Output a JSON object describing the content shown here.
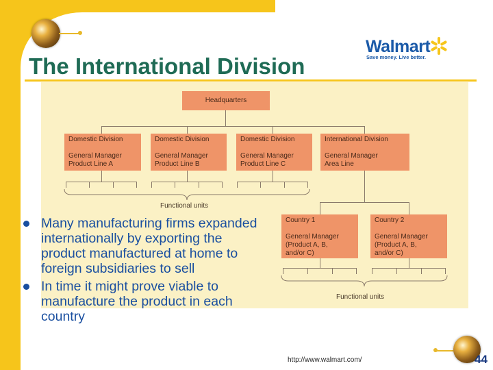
{
  "slide": {
    "title": "The International Division",
    "url": "http://www.walmart.com/",
    "page_number": "44"
  },
  "logo": {
    "wordmark": "Walmart",
    "tagline": "Save money. Live better.",
    "spark_color": "#f6c51b",
    "brand_color": "#1b5aa8"
  },
  "org_chart": {
    "headquarters": "Headquarters",
    "divisions": [
      {
        "title": "Domestic Division",
        "line1": "General Manager",
        "line2": "Product Line A"
      },
      {
        "title": "Domestic Division",
        "line1": "General Manager",
        "line2": "Product Line B"
      },
      {
        "title": "Domestic Division",
        "line1": "General Manager",
        "line2": "Product Line C"
      },
      {
        "title": "International Division",
        "line1": "General Manager",
        "line2": "Area Line"
      }
    ],
    "functional_units_label": "Functional units",
    "countries": [
      {
        "title": "Country 1",
        "line1": "General Manager",
        "line2": "(Product A, B,",
        "line3": "and/or C)"
      },
      {
        "title": "Country 2",
        "line1": "General Manager",
        "line2": "(Product A, B,",
        "line3": "and/or C)"
      }
    ],
    "functional_units_label_2": "Functional units",
    "box_color": "#ef9468",
    "panel_color": "#fbf1c5"
  },
  "bullets": [
    "Many manufacturing firms expanded internationally by exporting the product manufactured at home to foreign subsidiaries to sell",
    "In time it might prove viable to manufacture the product in each country"
  ],
  "theme": {
    "accent_yellow": "#f6c51b",
    "title_color": "#1f6b55",
    "bullet_color": "#1a4fa0"
  }
}
